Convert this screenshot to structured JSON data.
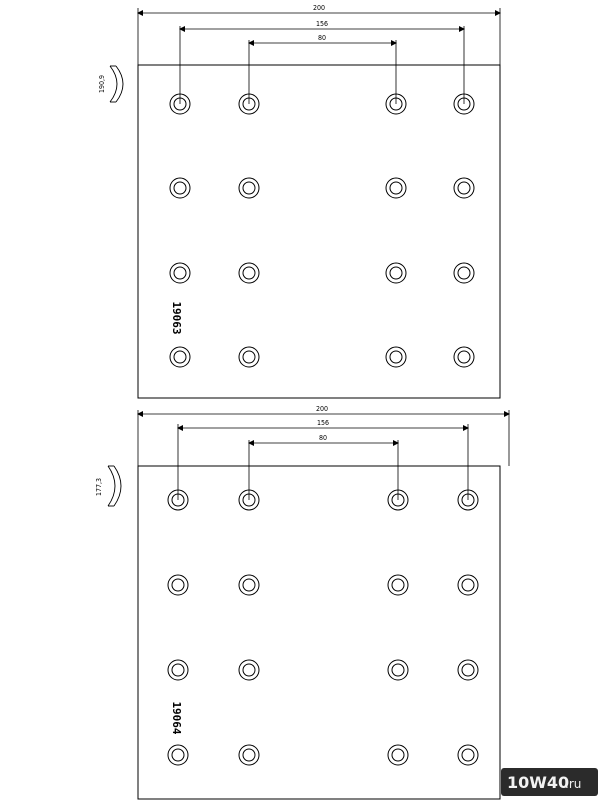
{
  "watermark": {
    "main": "10W40",
    "suffix": ".ru",
    "background_color": "#2b2b2b",
    "accent_color": "#f2f2f2"
  },
  "drawings": [
    {
      "id": "top",
      "overall_dim": "200",
      "outer_holes_dim": "156",
      "inner_holes_dim": "80",
      "arc_label": "190,9",
      "part_code": "19063",
      "holes": {
        "rows": 4,
        "columns": 4
      }
    },
    {
      "id": "bottom",
      "overall_dim": "200",
      "outer_holes_dim": "156",
      "inner_holes_dim": "80",
      "arc_label": "177,3",
      "part_code": "19064",
      "holes": {
        "rows": 4,
        "columns": 4
      }
    }
  ]
}
